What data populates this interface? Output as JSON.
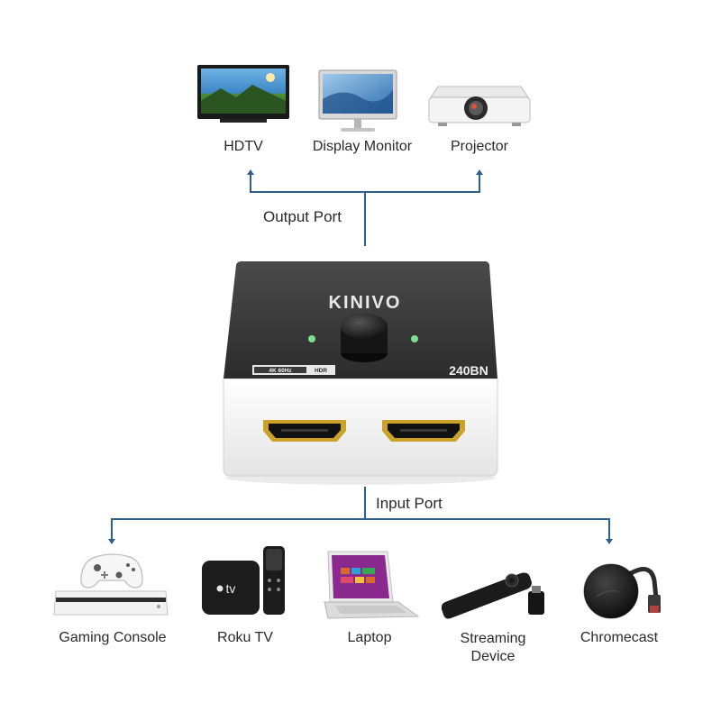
{
  "output": {
    "port_label": "Output Port",
    "devices": [
      {
        "name": "HDTV",
        "icon": "hdtv-icon"
      },
      {
        "name": "Display Monitor",
        "icon": "display-monitor-icon"
      },
      {
        "name": "Projector",
        "icon": "projector-icon"
      }
    ]
  },
  "switch": {
    "brand": "KINIVO",
    "model": "240BN",
    "badge_main": "4K 60Hz",
    "badge_sub": "HDR",
    "icon": "hdmi-switch-icon"
  },
  "input": {
    "port_label": "Input Port",
    "devices": [
      {
        "name": "Gaming Console",
        "icon": "gaming-console-icon"
      },
      {
        "name": "Roku TV",
        "icon": "roku-tv-icon"
      },
      {
        "name": "Laptop",
        "icon": "laptop-icon"
      },
      {
        "name": "Streaming Device",
        "icon": "streaming-device-icon"
      },
      {
        "name": "Chromecast",
        "icon": "chromecast-icon"
      }
    ]
  },
  "colors": {
    "connector_line": "#2f5e8a",
    "switch_top": "#3e3e3e",
    "switch_body": "#f2f2f2",
    "hdmi_gold": "#c9a227"
  }
}
